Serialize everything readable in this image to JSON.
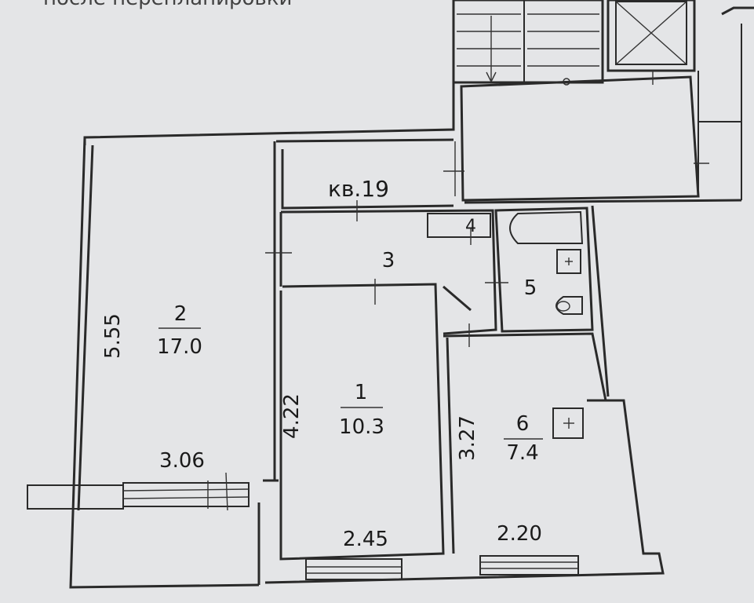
{
  "header": {
    "text": "после перепланировки"
  },
  "apartment": {
    "label": "кв.19"
  },
  "rooms": [
    {
      "id": "room-1",
      "number": "1",
      "area": "10.3",
      "width": "2.45",
      "length": "4.22"
    },
    {
      "id": "room-2",
      "number": "2",
      "area": "17.0",
      "width": "3.06",
      "length": "5.55"
    },
    {
      "id": "room-3",
      "number": "3"
    },
    {
      "id": "room-4",
      "number": "4"
    },
    {
      "id": "room-5",
      "number": "5"
    },
    {
      "id": "room-6",
      "number": "6",
      "area": "7.4",
      "width": "2.20",
      "length": "3.27"
    }
  ],
  "colors": {
    "paper": "#e4e5e7",
    "ink": "#2a2a2a"
  }
}
